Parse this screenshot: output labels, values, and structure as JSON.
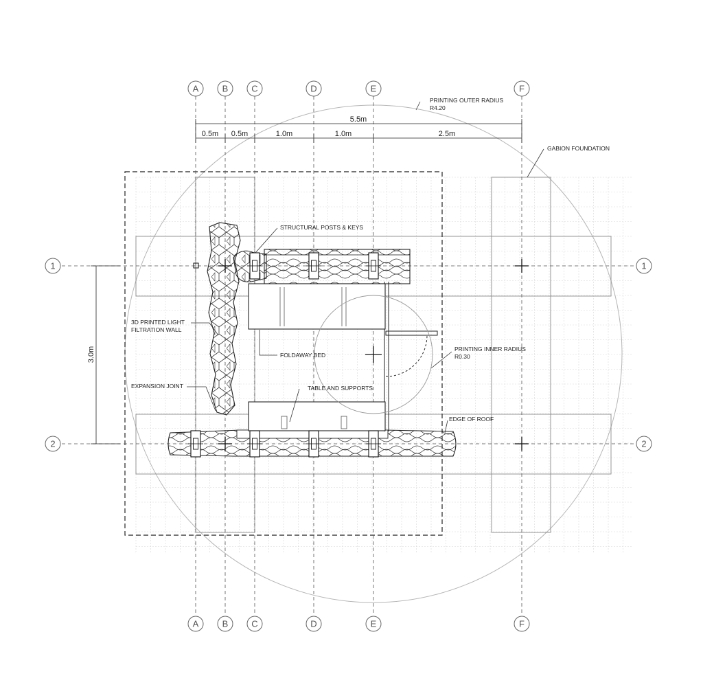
{
  "grid_columns": [
    "A",
    "B",
    "C",
    "D",
    "E",
    "F"
  ],
  "grid_rows": [
    "1",
    "2"
  ],
  "dimensions": {
    "overall": "5.5m",
    "spans": [
      "0.5m",
      "0.5m",
      "1.0m",
      "1.0m",
      "2.5m"
    ],
    "vertical": "3.0m"
  },
  "annotations": {
    "outer_radius_line1": "PRINTING OUTER RADIUS",
    "outer_radius_line2": "R4.20",
    "gabion": "GABION FOUNDATION",
    "posts": "STRUCTURAL POSTS & KEYS",
    "wall_line1": "3D PRINTED LIGHT",
    "wall_line2": "FILTRATION WALL",
    "bed": "FOLDAWAY BED",
    "inner_radius_line1": "PRINTING INNER RADIUS",
    "inner_radius_line2": "R0.30",
    "expansion": "EXPANSION JOINT",
    "table": "TABLE AND SUPPORTS",
    "roof": "EDGE OF ROOF"
  }
}
